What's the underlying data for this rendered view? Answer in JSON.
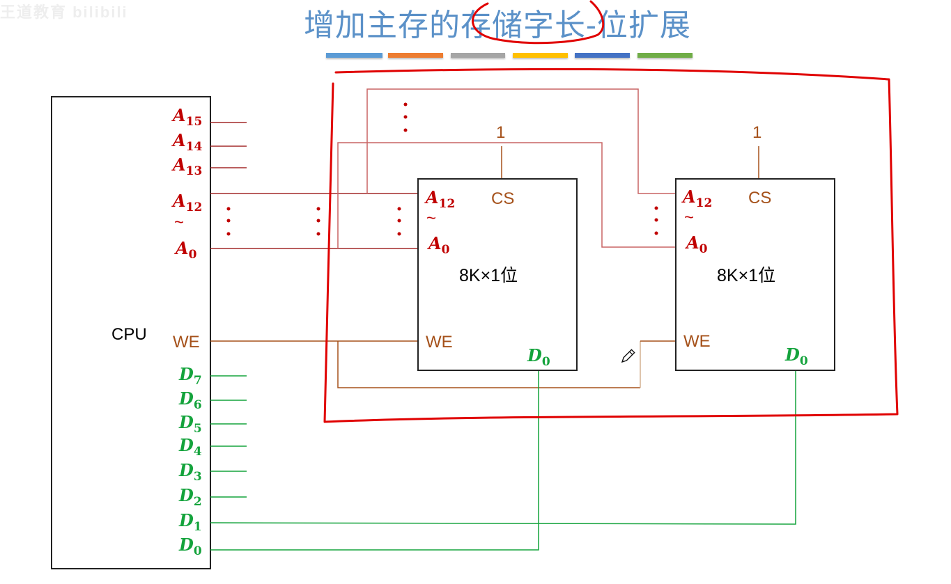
{
  "watermark": {
    "text": "王道教育  bilibili"
  },
  "title": {
    "text": "增加主存的存储字长-位扩展",
    "circled_phrase": "存储字长"
  },
  "color_bars": [
    "#5b9bd5",
    "#ed7d31",
    "#a5a5a5",
    "#ffc000",
    "#4472c4",
    "#70ad47"
  ],
  "colors": {
    "address": "#c00000",
    "address_wire": "#a32a2a",
    "control": "#a5511a",
    "data": "#14a33c",
    "annotation": "#e00000",
    "title": "#5b91c8"
  },
  "cpu": {
    "label": "CPU",
    "address_pins": [
      {
        "base": "A",
        "sub": "15"
      },
      {
        "base": "A",
        "sub": "14"
      },
      {
        "base": "A",
        "sub": "13"
      },
      {
        "base": "A",
        "sub": "12"
      },
      {
        "base": "A",
        "sub": "0"
      }
    ],
    "range_symbol": "~",
    "control_pin": "WE",
    "data_pins": [
      {
        "base": "D",
        "sub": "7"
      },
      {
        "base": "D",
        "sub": "6"
      },
      {
        "base": "D",
        "sub": "5"
      },
      {
        "base": "D",
        "sub": "4"
      },
      {
        "base": "D",
        "sub": "3"
      },
      {
        "base": "D",
        "sub": "2"
      },
      {
        "base": "D",
        "sub": "1"
      },
      {
        "base": "D",
        "sub": "0"
      }
    ]
  },
  "chips": [
    {
      "name": "chip-1",
      "capacity": "8K×1位",
      "cs_label": "CS",
      "cs_value": "1",
      "addr_high": {
        "base": "A",
        "sub": "12"
      },
      "addr_low": {
        "base": "A",
        "sub": "0"
      },
      "range_symbol": "~",
      "we_label": "WE",
      "data_pin": {
        "base": "D",
        "sub": "0"
      },
      "connected_cpu_data_pin": "D0"
    },
    {
      "name": "chip-2",
      "capacity": "8K×1位",
      "cs_label": "CS",
      "cs_value": "1",
      "addr_high": {
        "base": "A",
        "sub": "12"
      },
      "addr_low": {
        "base": "A",
        "sub": "0"
      },
      "range_symbol": "~",
      "we_label": "WE",
      "data_pin": {
        "base": "D",
        "sub": "0"
      },
      "connected_cpu_data_pin": "D1"
    }
  ],
  "ellipsis": "⋮",
  "cursor": {
    "icon": "pencil-icon"
  }
}
